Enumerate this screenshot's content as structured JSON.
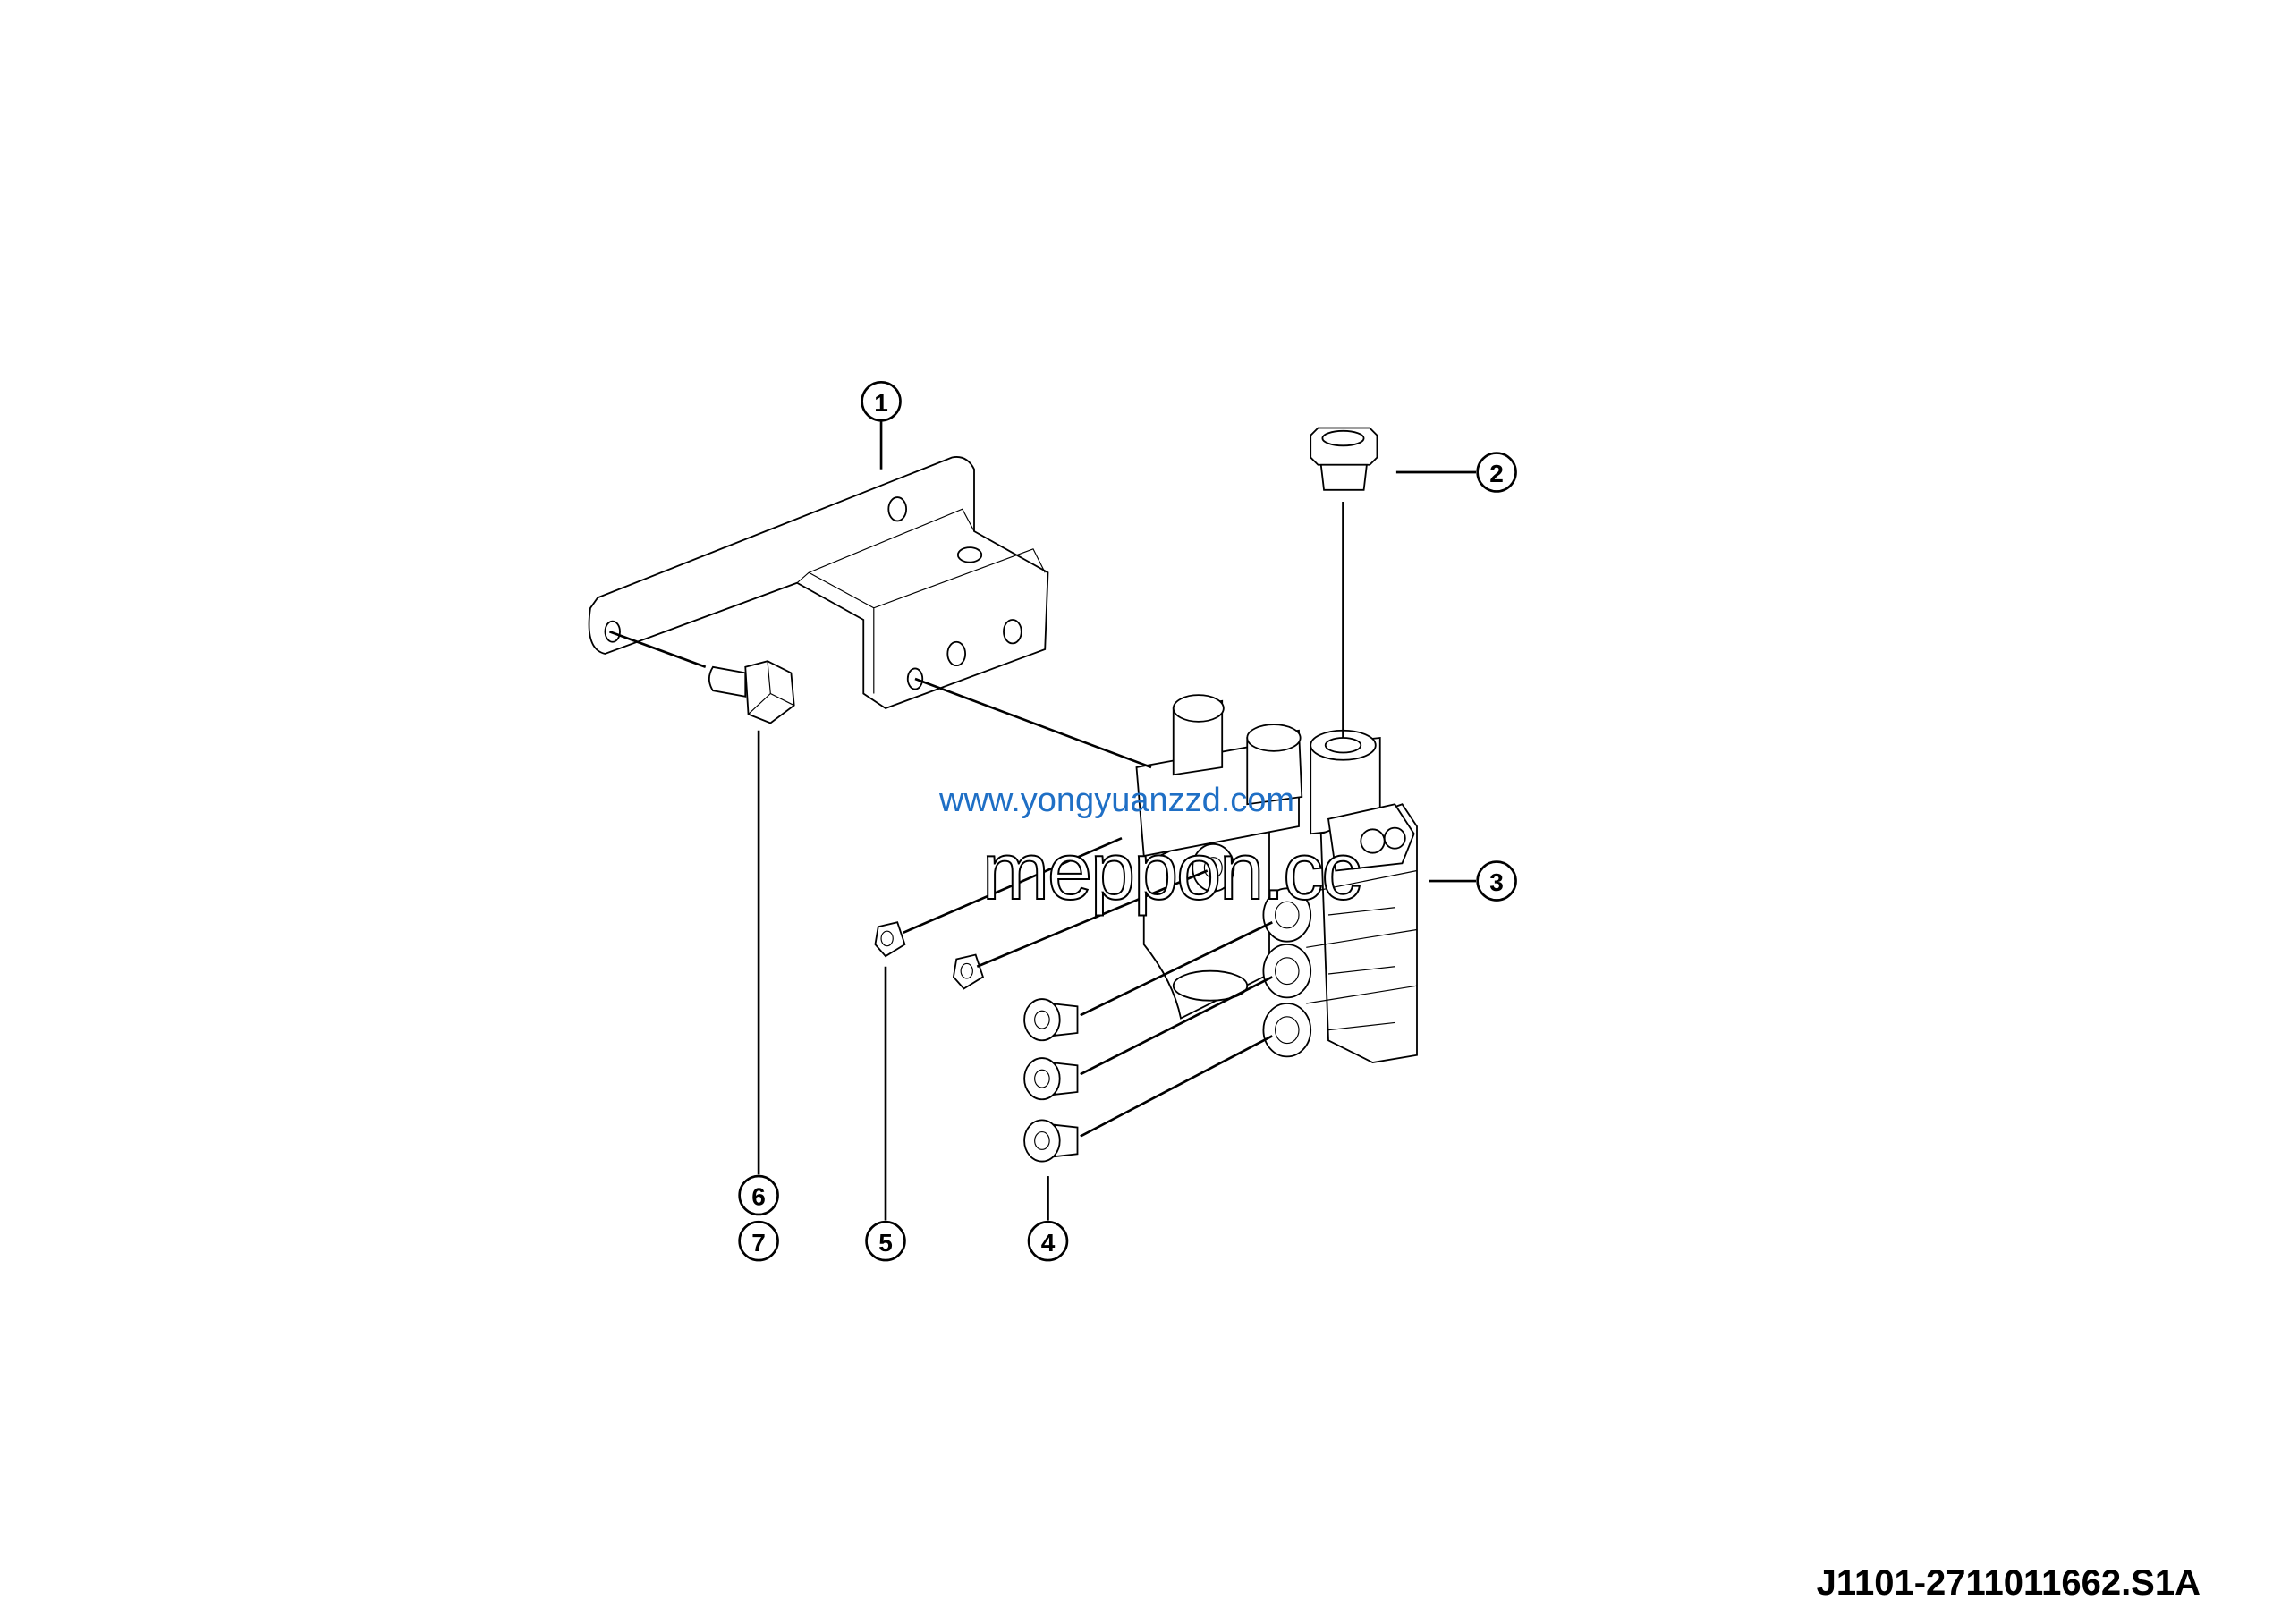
{
  "drawing_code": "J1101-2711011662.S1A",
  "watermarks": {
    "primary": "www.yongyuanzzd.com",
    "secondary": "meppon.cc",
    "primary_color": "#1f6fc5"
  },
  "callouts": [
    "1",
    "2",
    "3",
    "4",
    "5",
    "6",
    "7"
  ]
}
